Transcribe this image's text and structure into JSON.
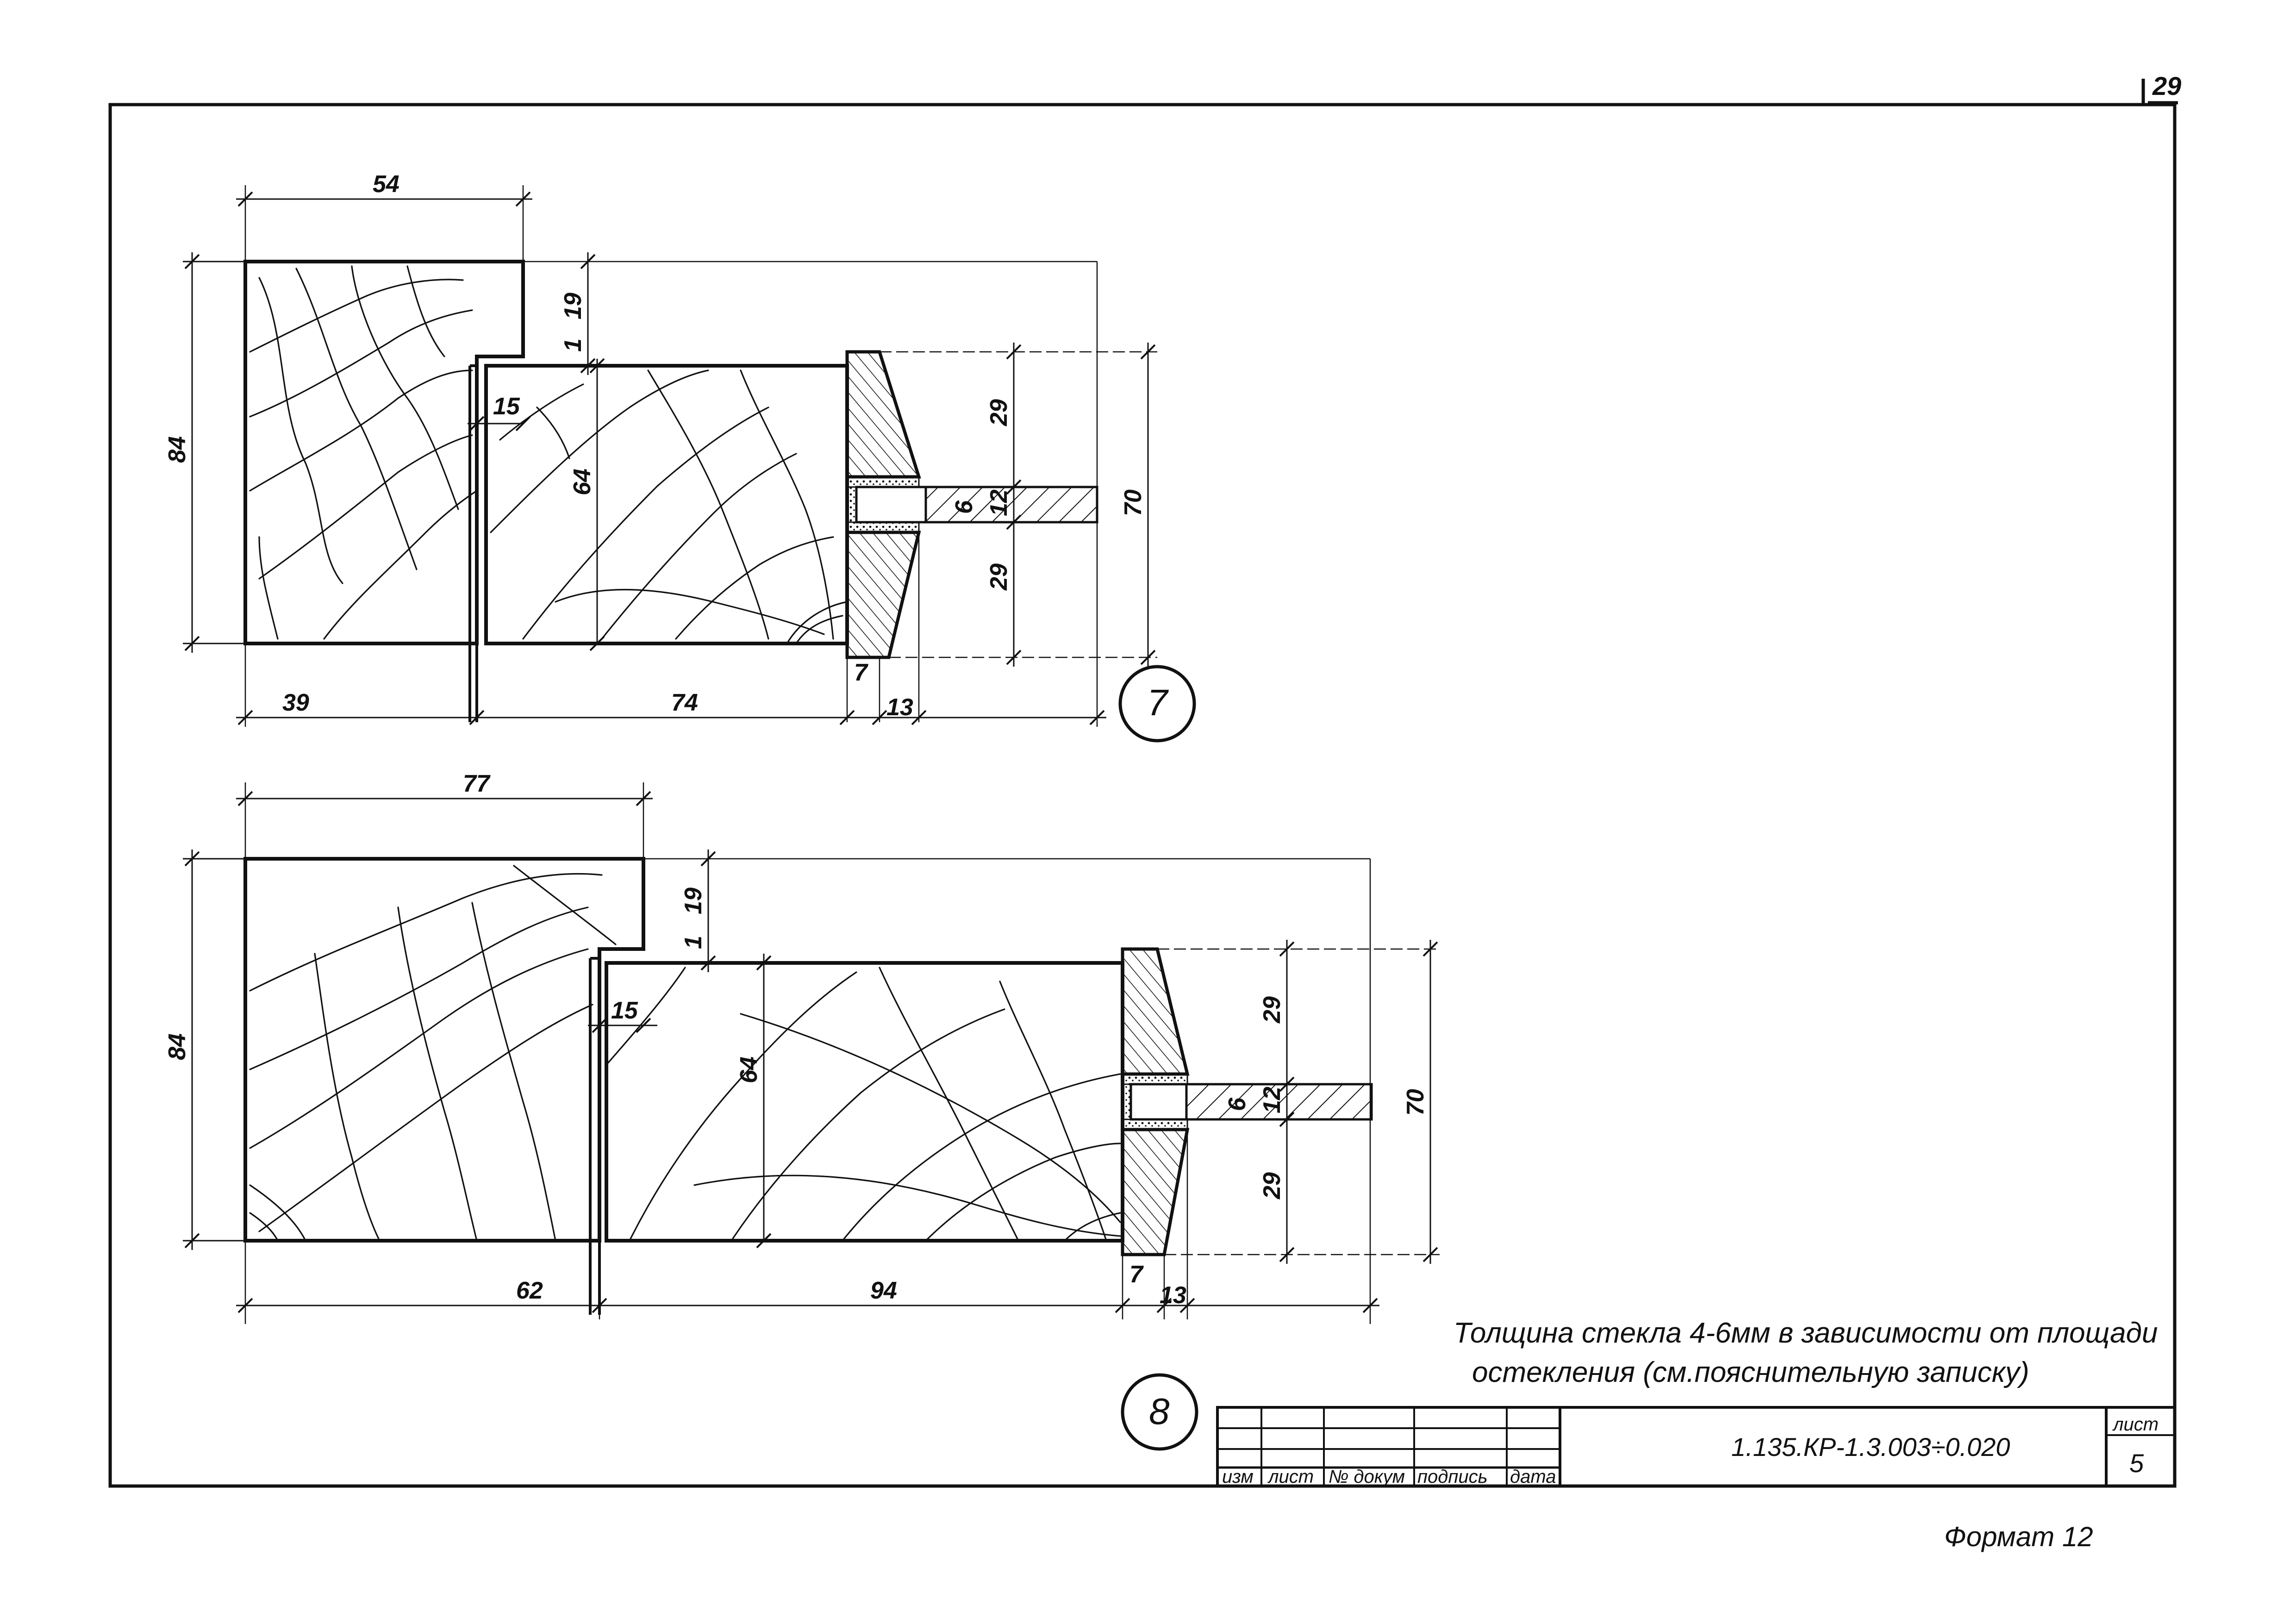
{
  "page": {
    "page_number": "29",
    "format_label": "Формат 12"
  },
  "detail7": {
    "marker": "7",
    "dims": {
      "top_width": "54",
      "height_total": "84",
      "rebate_depth": "19",
      "clearance": "1",
      "rebate_width": "15",
      "sash_height": "64",
      "bead_upper": "29",
      "glass_zone": "12",
      "glass": "6",
      "bead_lower": "29",
      "overall_right": "70",
      "bottom_left": "39",
      "bottom_mid": "74",
      "bottom_bead": "7",
      "bottom_right": "13"
    }
  },
  "detail8": {
    "marker": "8",
    "dims": {
      "top_width": "77",
      "height_total": "84",
      "rebate_depth": "19",
      "clearance": "1",
      "rebate_width": "15",
      "sash_height": "64",
      "bead_upper": "29",
      "glass_zone": "12",
      "glass": "6",
      "bead_lower": "29",
      "overall_right": "70",
      "bottom_left": "62",
      "bottom_mid": "94",
      "bottom_bead": "7",
      "bottom_right": "13"
    }
  },
  "note": {
    "line1": "Толщина стекла 4-6мм в зависимости от площади",
    "line2": "остекления (см.пояснительную записку)"
  },
  "title_block": {
    "columns": [
      "изм",
      "лист",
      "№ докум",
      "подпись",
      "дата"
    ],
    "document_code": "1.135.КР-1.3.003÷0.020",
    "sheet_label": "лист",
    "sheet_number": "5"
  }
}
